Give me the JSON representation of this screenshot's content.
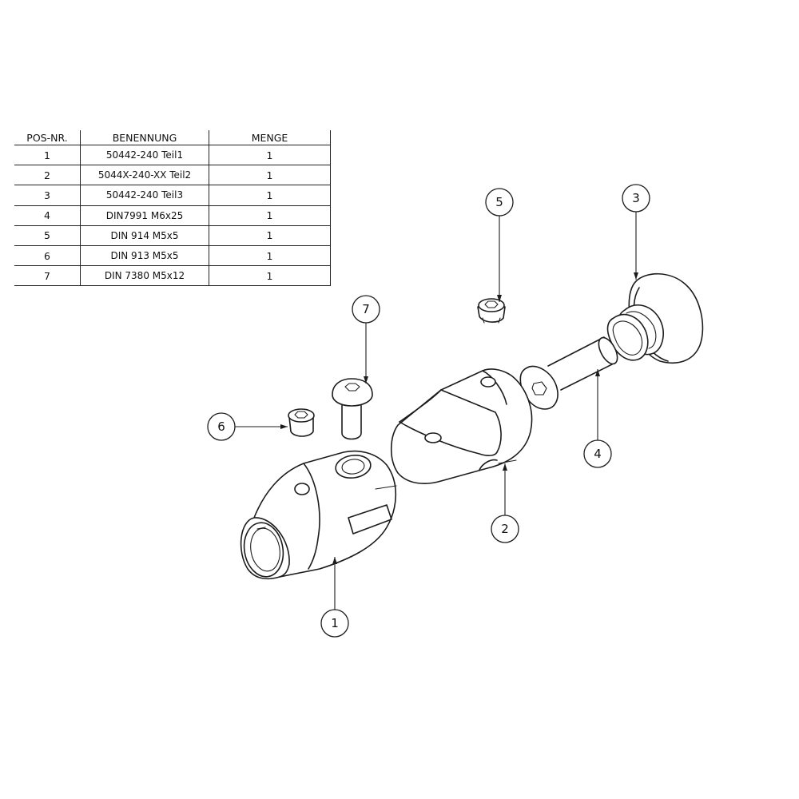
{
  "bom": {
    "headers": {
      "pos": "POS-NR.",
      "name": "BENENNUNG",
      "qty": "MENGE"
    },
    "rows": [
      {
        "pos": "1",
        "name": "50442-240 Teil1",
        "qty": "1"
      },
      {
        "pos": "2",
        "name": "5044X-240-XX Teil2",
        "qty": "1"
      },
      {
        "pos": "3",
        "name": "50442-240 Teil3",
        "qty": "1"
      },
      {
        "pos": "4",
        "name": "DIN7991 M6x25",
        "qty": "1"
      },
      {
        "pos": "5",
        "name": "DIN 914 M5x5",
        "qty": "1"
      },
      {
        "pos": "6",
        "name": "DIN 913 M5x5",
        "qty": "1"
      },
      {
        "pos": "7",
        "name": "DIN 7380 M5x12",
        "qty": "1"
      }
    ]
  },
  "balloons": {
    "b1": "1",
    "b2": "2",
    "b3": "3",
    "b4": "4",
    "b5": "5",
    "b6": "6",
    "b7": "7"
  }
}
